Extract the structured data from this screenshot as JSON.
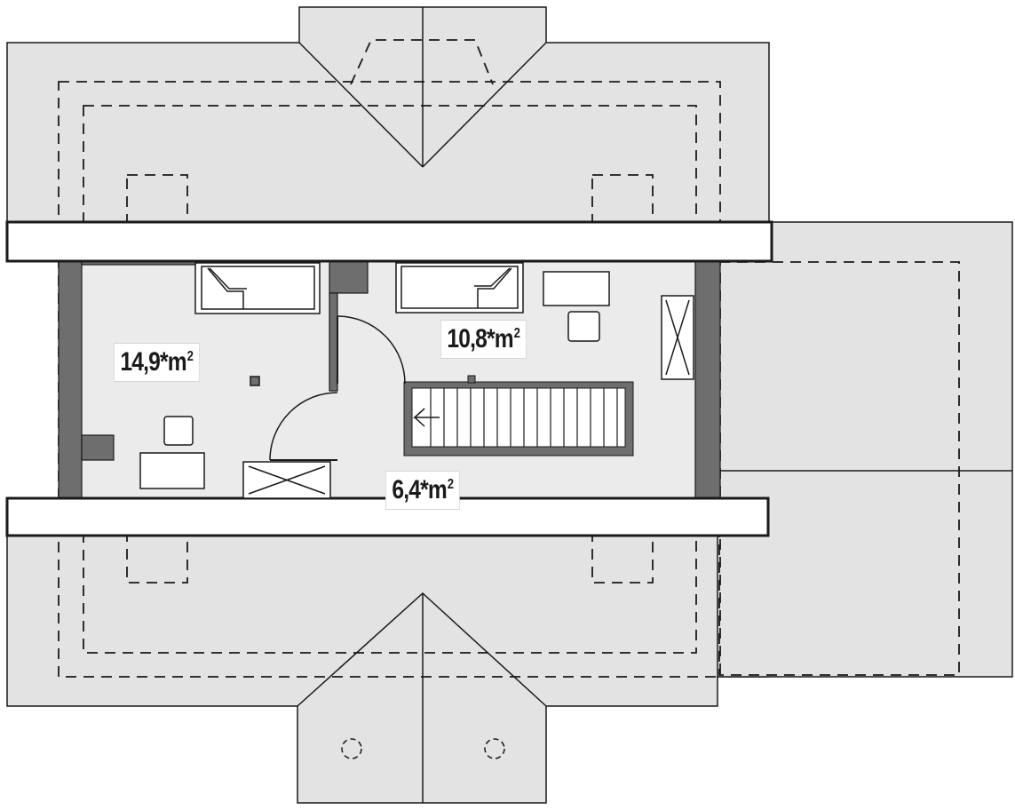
{
  "colors": {
    "roof_fill": "#e3e3e3",
    "floor_fill": "#ebebeb",
    "wall_fill": "#6e6e6e",
    "line": "#1a1a1a",
    "beam_fill": "#ffffff"
  },
  "rooms": [
    {
      "id": "room-a",
      "area": "14,9",
      "marker": "*",
      "unit": "m",
      "exponent": "2"
    },
    {
      "id": "room-b",
      "area": "10,8",
      "marker": "*",
      "unit": "m",
      "exponent": "2"
    },
    {
      "id": "room-c",
      "area": "6,4",
      "marker": "*",
      "unit": "m",
      "exponent": "2"
    }
  ]
}
